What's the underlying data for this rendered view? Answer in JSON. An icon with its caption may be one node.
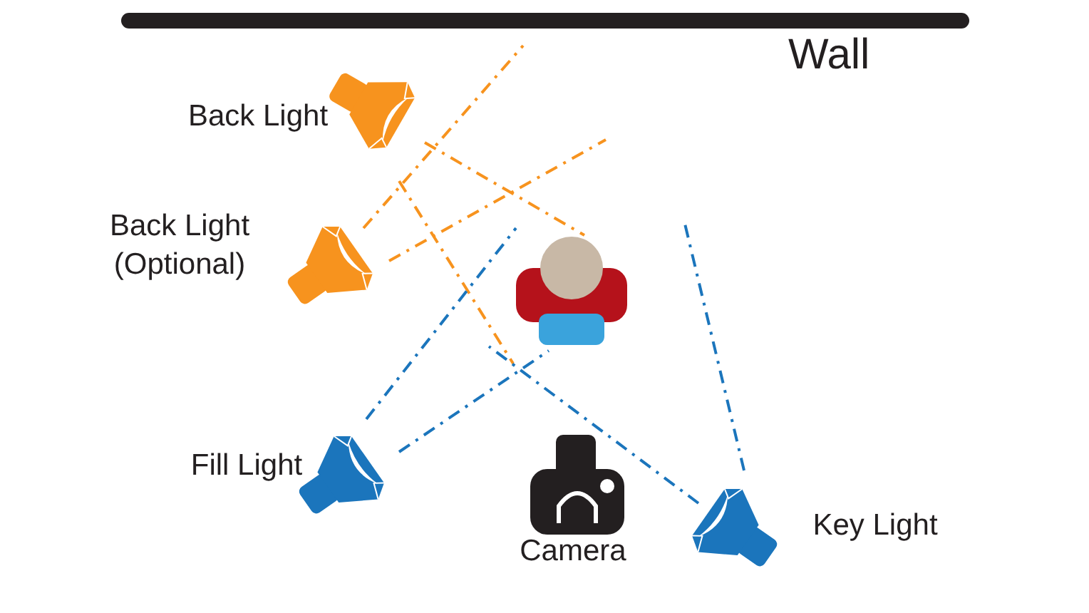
{
  "diagram": {
    "nodes": [
      {
        "text": [
          "Back Light"
        ]
      },
      {
        "text": [
          "Back Light (Optional)"
        ]
      },
      {
        "text": [
          "Fill Light"
        ]
      },
      {
        "text": [
          "Camera"
        ]
      },
      {
        "text": [
          "Key Light"
        ]
      }
    ],
    "labels": [
      "Wall"
    ]
  }
}
